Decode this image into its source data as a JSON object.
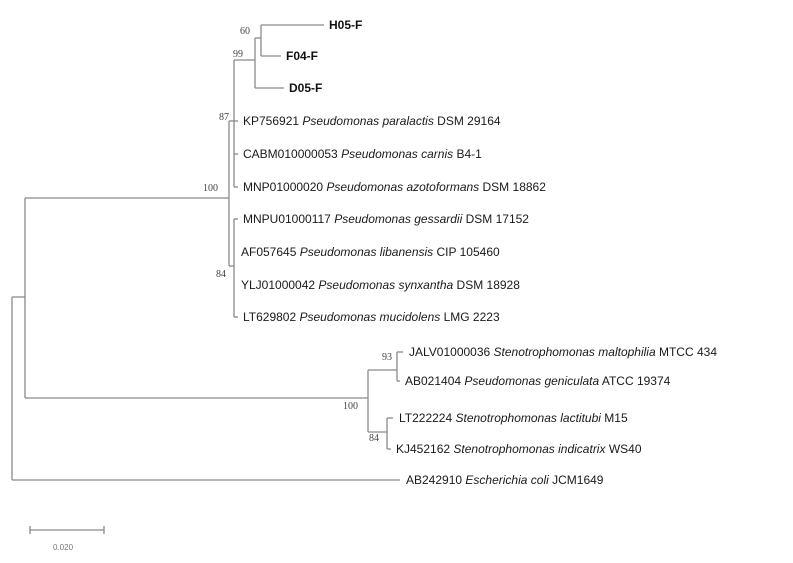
{
  "figure": {
    "type": "phylogenetic-tree",
    "scale_bar": {
      "label": "0.020"
    }
  },
  "taxa": [
    {
      "id": "H05-F",
      "bold": true,
      "accession": "H05-F",
      "species": "",
      "strain": ""
    },
    {
      "id": "F04-F",
      "bold": true,
      "accession": "F04-F",
      "species": "",
      "strain": ""
    },
    {
      "id": "D05-F",
      "bold": true,
      "accession": "D05-F",
      "species": "",
      "strain": ""
    },
    {
      "id": "KP756921",
      "bold": false,
      "accession": "KP756921",
      "species": "Pseudomonas paralactis",
      "strain": "DSM 29164"
    },
    {
      "id": "CABM010000053",
      "bold": false,
      "accession": "CABM010000053",
      "species": "Pseudomonas carnis",
      "strain": "B4-1"
    },
    {
      "id": "MNP01000020",
      "bold": false,
      "accession": "MNP01000020",
      "species": "Pseudomonas azotoformans",
      "strain": "DSM 18862"
    },
    {
      "id": "MNPU01000117",
      "bold": false,
      "accession": "MNPU01000117",
      "species": "Pseudomonas gessardii",
      "strain": "DSM 17152"
    },
    {
      "id": "AF057645",
      "bold": false,
      "accession": "AF057645",
      "species": "Pseudomonas libanensis",
      "strain": "CIP 105460"
    },
    {
      "id": "YLJ01000042",
      "bold": false,
      "accession": "YLJ01000042",
      "species": "Pseudomonas synxantha",
      "strain": "DSM 18928"
    },
    {
      "id": "LT629802",
      "bold": false,
      "accession": "LT629802",
      "species": "Pseudomonas mucidolens",
      "strain": "LMG 2223"
    },
    {
      "id": "JALV01000036",
      "bold": false,
      "accession": "JALV01000036",
      "species": "Stenotrophomonas maltophilia",
      "strain": "MTCC 434"
    },
    {
      "id": "AB021404",
      "bold": false,
      "accession": "AB021404",
      "species": "Pseudomonas geniculata",
      "strain": "ATCC 19374"
    },
    {
      "id": "LT222224",
      "bold": false,
      "accession": "LT222224",
      "species": "Stenotrophomonas lactitubi",
      "strain": "M15"
    },
    {
      "id": "KJ452162",
      "bold": false,
      "accession": "KJ452162",
      "species": "Stenotrophomonas indicatrix",
      "strain": "WS40"
    },
    {
      "id": "AB242910",
      "bold": false,
      "accession": "AB242910",
      "species": "Escherichia coli",
      "strain": "JCM1649"
    }
  ],
  "bootstrap": {
    "h05_f04": "60",
    "query_clade": "99",
    "paralactis_clade": "87",
    "pseudomonas_clade": "100",
    "gessardii_clade": "84",
    "maltophilia_geniculata": "93",
    "stenotrophomonas_clade": "100",
    "lactitubi_indicatrix": "84"
  }
}
